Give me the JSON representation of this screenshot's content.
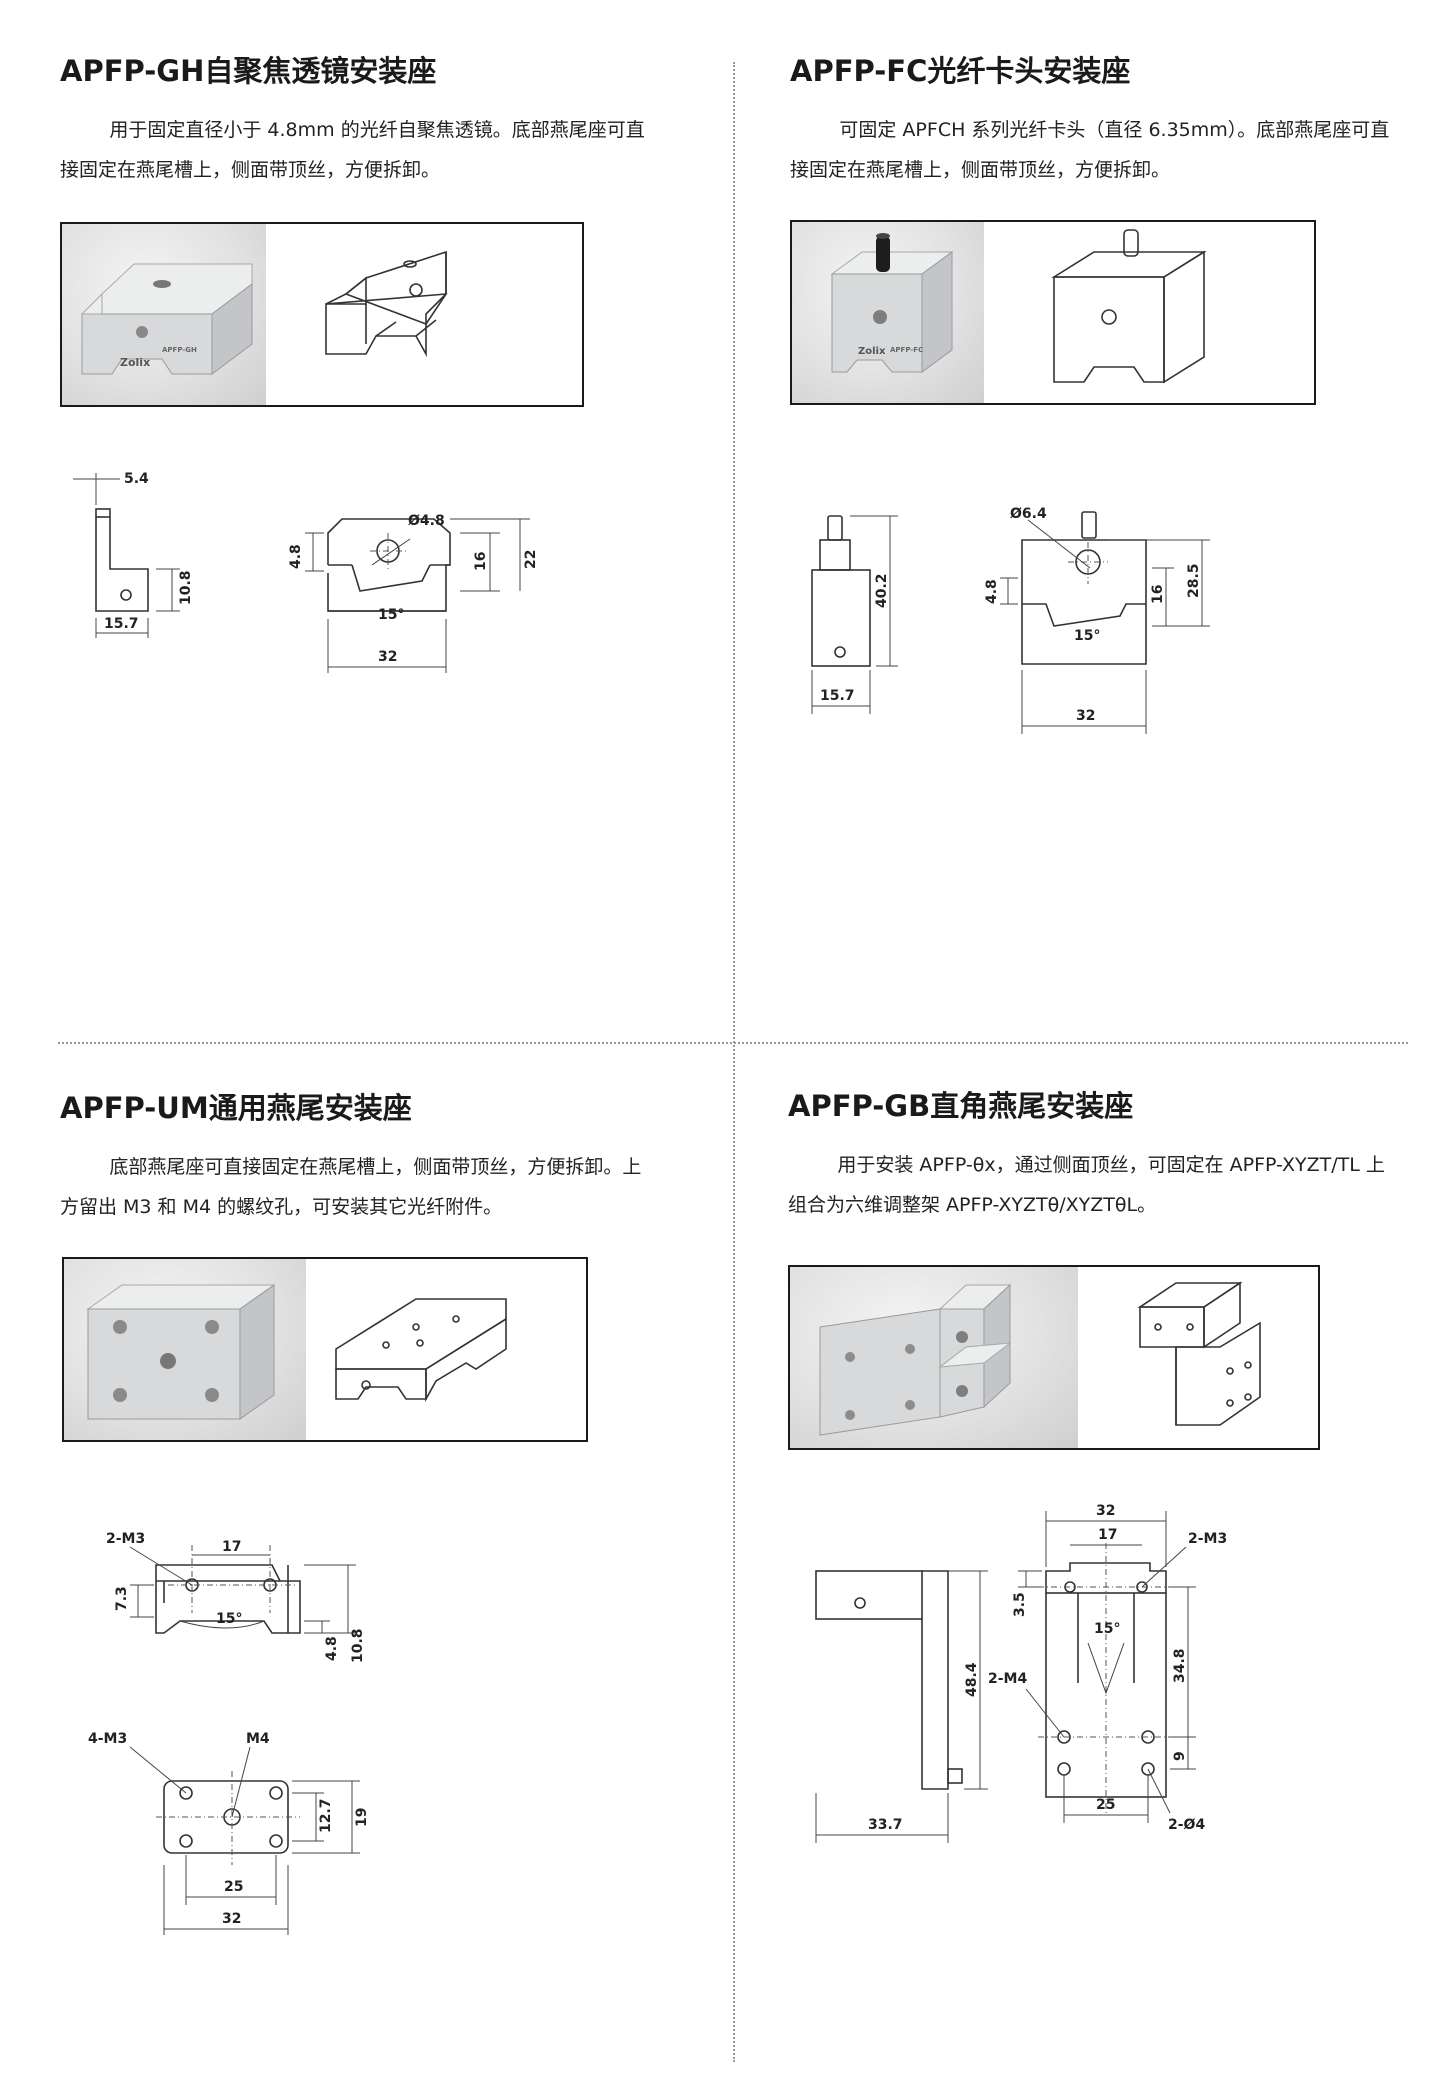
{
  "products": {
    "gh": {
      "title": "APFP-GH自聚焦透镜安装座",
      "desc": "用于固定直径小于 4.8mm 的光纤自聚焦透镜。底部燕尾座可直接固定在燕尾槽上，侧面带顶丝，方便拆卸。",
      "brand": "Zolix",
      "model": "APFP-GH",
      "dims": {
        "side_top": "5.4",
        "side_h": "10.8",
        "side_w": "15.7",
        "hole": "Ø4.8",
        "h1": "4.8",
        "h2": "16",
        "h3": "22",
        "angle": "15°",
        "w": "32"
      }
    },
    "fc": {
      "title": "APFP-FC光纤卡头安装座",
      "desc": "可固定 APFCH 系列光纤卡头（直径 6.35mm）。底部燕尾座可直接固定在燕尾槽上，侧面带顶丝，方便拆卸。",
      "brand": "Zolix",
      "model": "APFP-FC",
      "dims": {
        "side_h": "40.2",
        "side_w": "15.7",
        "hole": "Ø6.4",
        "h1": "4.8",
        "h2": "16",
        "h3": "28.5",
        "angle": "15°",
        "w": "32"
      }
    },
    "um": {
      "title": "APFP-UM通用燕尾安装座",
      "desc": "底部燕尾座可直接固定在燕尾槽上，侧面带顶丝，方便拆卸。上方留出 M3 和 M4 的螺纹孔，可安装其它光纤附件。",
      "dims": {
        "m3": "2-M3",
        "d17": "17",
        "h73": "7.3",
        "angle": "15°",
        "h48": "4.8",
        "h108": "10.8",
        "m3b": "4-M3",
        "m4": "M4",
        "h127": "12.7",
        "h19": "19",
        "w25": "25",
        "w32": "32"
      }
    },
    "gb": {
      "title": "APFP-GB直角燕尾安装座",
      "desc": "用于安装 APFP-θx，通过侧面顶丝，可固定在 APFP-XYZT/TL 上组合为六维调整架 APFP-XYZTθ/XYZTθL。",
      "dims": {
        "h484": "48.4",
        "w337": "33.7",
        "w32": "32",
        "w17": "17",
        "m3": "2-M3",
        "h35": "3.5",
        "m4": "2-M4",
        "angle": "15°",
        "h348": "34.8",
        "h9": "9",
        "w25": "25",
        "d4": "2-Ø4"
      }
    }
  }
}
